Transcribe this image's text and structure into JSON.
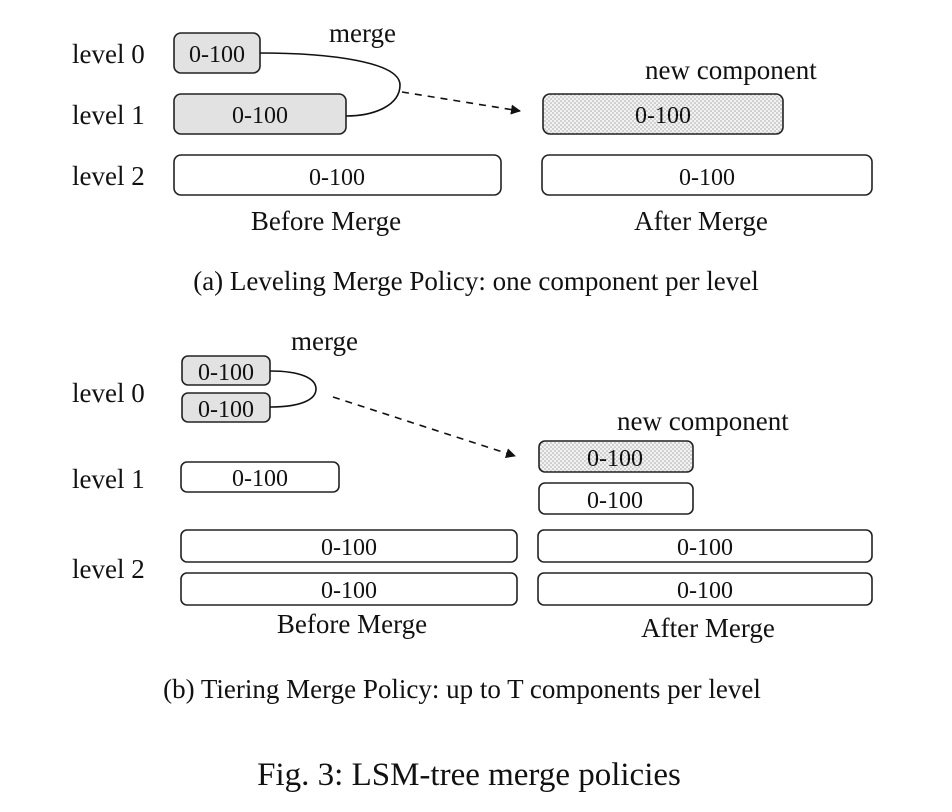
{
  "panel_a": {
    "level_labels": [
      "level 0",
      "level 1",
      "level 2"
    ],
    "merge_label": "merge",
    "new_component_label": "new component",
    "range": "0-100",
    "before_label": "Before Merge",
    "after_label": "After Merge",
    "caption": "(a) Leveling Merge Policy: one component per level"
  },
  "panel_b": {
    "level_labels": [
      "level 0",
      "level 1",
      "level 2"
    ],
    "merge_label": "merge",
    "new_component_label": "new component",
    "range": "0-100",
    "before_label": "Before Merge",
    "after_label": "After Merge",
    "caption": "(b) Tiering Merge Policy: up to T components per level"
  },
  "figure_caption": "Fig. 3: LSM-tree merge policies",
  "colors": {
    "shaded_fill": "#e2e2e2",
    "stroke": "#222222",
    "dotted_pattern": "#b5b5b5"
  }
}
